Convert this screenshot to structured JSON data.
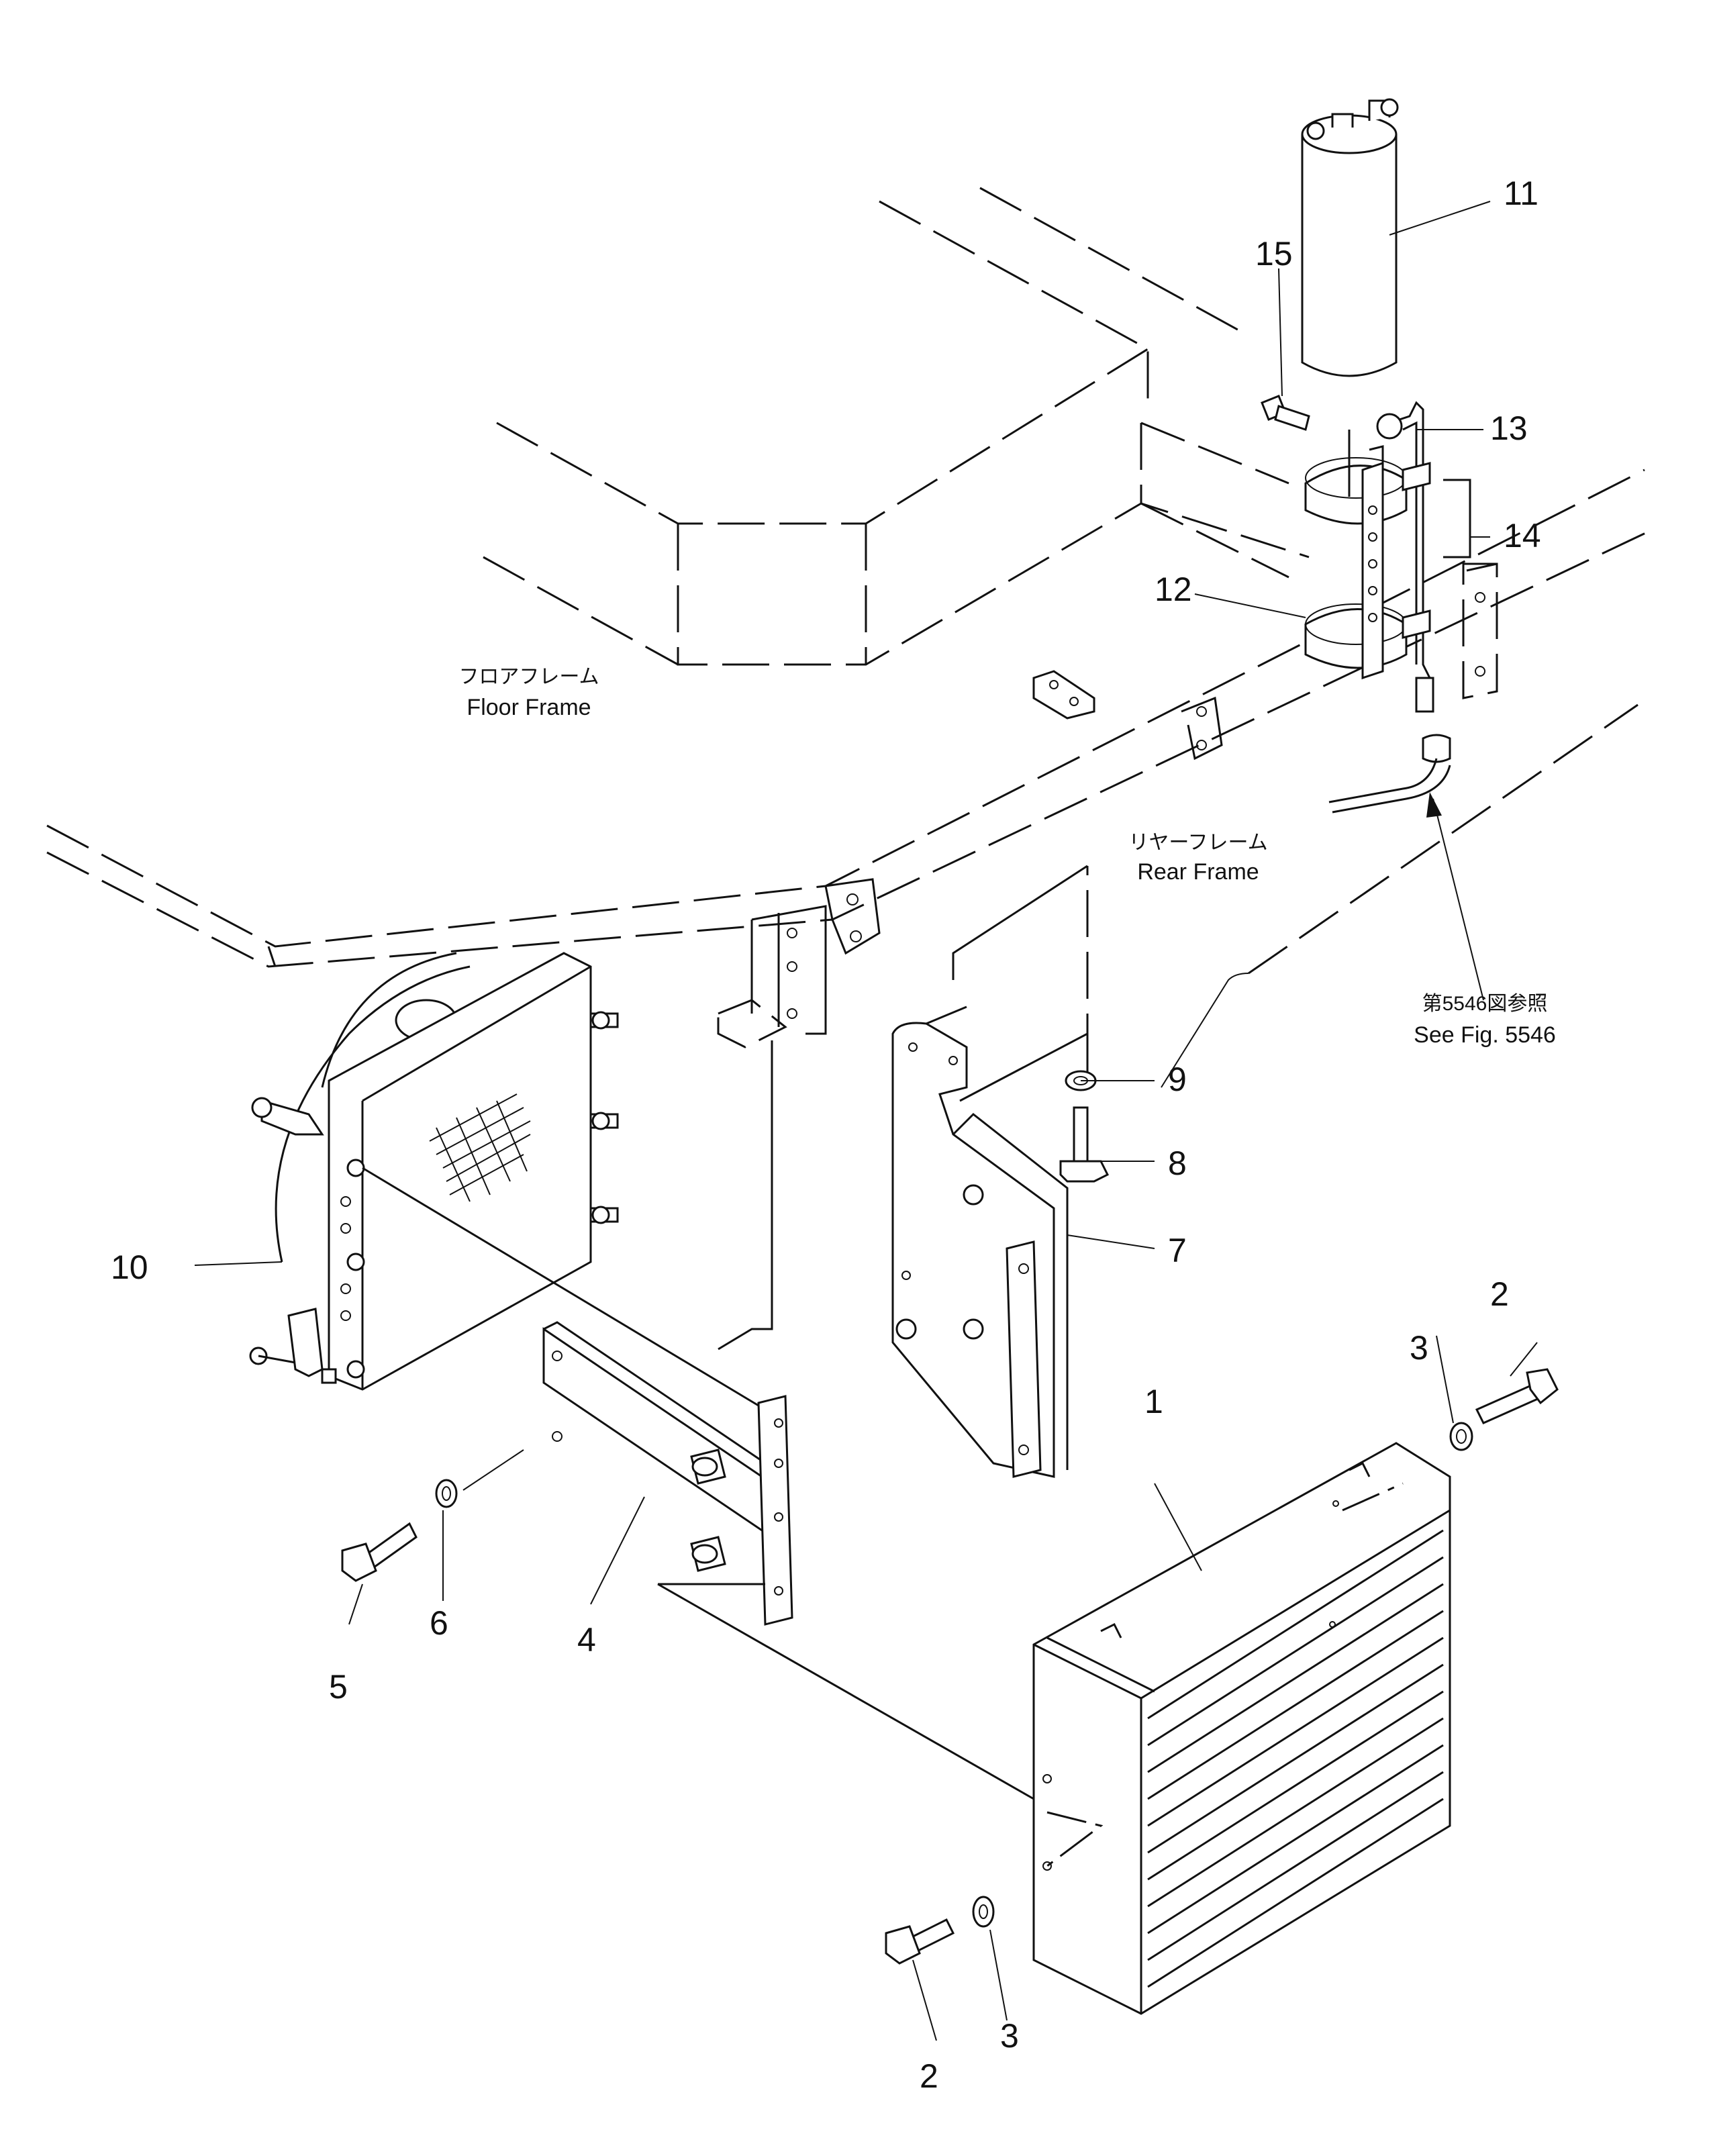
{
  "labels": {
    "floor_frame_jp": "フロアフレーム",
    "floor_frame_en": "Floor Frame",
    "rear_frame_jp": "リヤーフレーム",
    "rear_frame_en": "Rear Frame",
    "ref_jp": "第5546図参照",
    "ref_en": "See Fig. 5546"
  },
  "callouts": {
    "p1": "1",
    "p2a": "2",
    "p2b": "2",
    "p3a": "3",
    "p3b": "3",
    "p4": "4",
    "p5": "5",
    "p6": "6",
    "p7": "7",
    "p8": "8",
    "p9": "9",
    "p10": "10",
    "p11": "11",
    "p12": "12",
    "p13": "13",
    "p14": "14",
    "p15": "15"
  }
}
